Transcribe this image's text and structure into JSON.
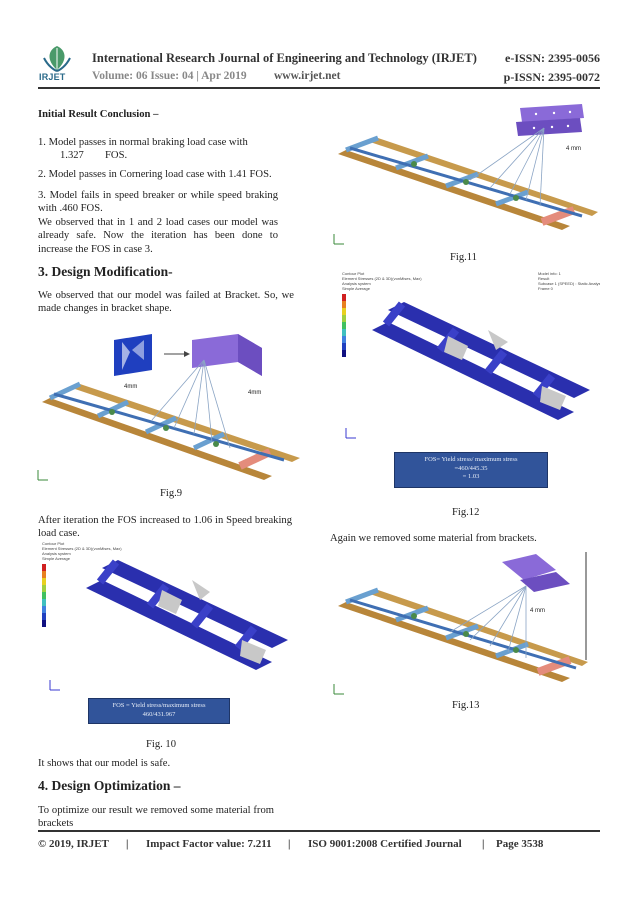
{
  "header": {
    "logo_text": "IRJET",
    "journal": "International Research Journal of Engineering and Technology (IRJET)",
    "eissn": "e-ISSN: 2395-0056",
    "volume": "Volume: 06 Issue: 04 | Apr 2019",
    "website": "www.irjet.net",
    "pissn": "p-ISSN: 2395-0072"
  },
  "left": {
    "conclusion_title": "Initial Result Conclusion –",
    "c1a": "1. Model passes in normal braking load case with",
    "c1b": "1.327        FOS.",
    "c2": "2. Model passes in Cornering load case with 1.41 FOS.",
    "c3": "3. Model fails in speed breaker or while speed braking with .460 FOS.",
    "c4": "We observed that in 1 and 2 load cases our model was already safe. Now the iteration has been done to increase the FOS in case 3.",
    "h3": "3. Design Modification-",
    "mod_text": "We observed that our model was failed at Bracket. So, we made changes in bracket shape.",
    "fig9_label_a": "4mm",
    "fig9_label_b": "4mm",
    "fig9_caption": "Fig.9",
    "after_text": "After iteration the FOS increased to 1.06 in Speed breaking load case.",
    "fig10_note_l1": "FOS = Yield stress/maximum stress",
    "fig10_note_l2": "460/431.967",
    "fig10_caption": "Fig. 10",
    "safe_text": "It shows that our model is safe.",
    "h4": "4. Design Optimization –",
    "opt_text": "To optimize our result we removed some material from brackets"
  },
  "right": {
    "fig11_label": "4 mm",
    "fig11_caption": "Fig.11",
    "fig12_note_l1": "FOS= Yield stress/ maximum stress",
    "fig12_note_l2": "=460/445.35",
    "fig12_note_l3": "= 1.03",
    "fig12_caption": "Fig.12",
    "again_text": "Again we removed some material from brackets.",
    "fig13_label": "4 mm",
    "fig13_caption": "Fig.13"
  },
  "footer": {
    "copyright": "© 2019, IRJET",
    "impact": "Impact Factor value: 7.211",
    "iso": "ISO 9001:2008 Certified Journal",
    "page": "Page 3538",
    "sep": "|"
  },
  "colors": {
    "frame_beam": "#b8863a",
    "frame_blue": "#3f6fb3",
    "stress_blue": "#2a2fae",
    "note_box": "#31549a"
  }
}
